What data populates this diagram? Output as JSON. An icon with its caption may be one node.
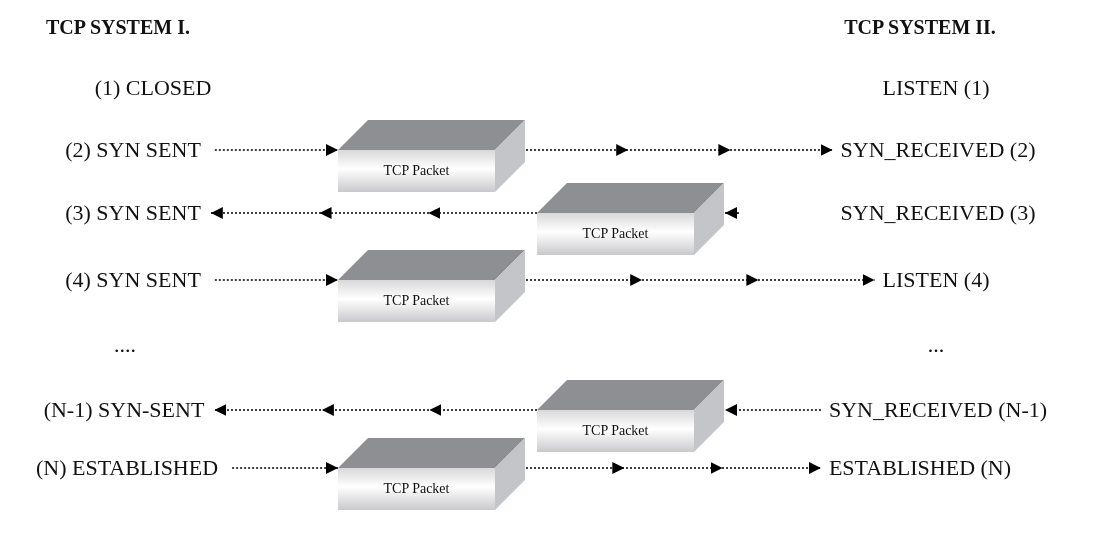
{
  "diagram": {
    "nodes": [
      {
        "text": [
          "(2) SYN SENT"
        ]
      },
      {
        "text": [
          "TCP Packet"
        ]
      },
      {
        "text": [
          "SYN_RECEIVED (2)"
        ]
      },
      {
        "text": [
          "(3) SYN SENT"
        ]
      },
      {
        "text": [
          "TCP Packet"
        ]
      },
      {
        "text": [
          "SYN_RECEIVED (3)"
        ]
      },
      {
        "text": [
          "(4) SYN SENT"
        ]
      },
      {
        "text": [
          "TCP Packet"
        ]
      },
      {
        "text": [
          "LISTEN (4)"
        ]
      },
      {
        "text": [
          "(N-1) SYN-SENT"
        ]
      },
      {
        "text": [
          "TCP Packet"
        ]
      },
      {
        "text": [
          "SYN_RECEIVED (N-1)"
        ]
      },
      {
        "text": [
          "(N) ESTABLISHED"
        ]
      },
      {
        "text": [
          "TCP Packet"
        ]
      },
      {
        "text": [
          "ESTABLISHED (N)"
        ]
      }
    ],
    "edges": [
      {
        "from": 0,
        "to": 1,
        "arrow": "to",
        "style": "dashed"
      },
      {
        "from": 1,
        "to": 2,
        "arrow": "to",
        "style": "dashed"
      },
      {
        "from": 4,
        "to": 3,
        "arrow": "to",
        "style": "dashed"
      },
      {
        "from": null,
        "to": 4,
        "arrow": "to"
      },
      {
        "from": 6,
        "to": 7,
        "arrow": "to",
        "style": "dashed"
      },
      {
        "from": 7,
        "to": 8,
        "arrow": "to",
        "style": "dashed"
      },
      {
        "from": 11,
        "to": 10,
        "arrow": "to",
        "style": "dashed"
      },
      {
        "from": 10,
        "to": 9,
        "arrow": "to",
        "style": "dashed"
      },
      {
        "from": 12,
        "to": 13,
        "arrow": "to",
        "style": "dashed"
      },
      {
        "from": 13,
        "to": 14,
        "arrow": "to",
        "style": "dashed"
      }
    ],
    "labels": [
      "TCP SYSTEM I.",
      "TCP SYSTEM II.",
      "(1) CLOSED",
      "LISTEN (1)",
      "....",
      "..."
    ]
  }
}
